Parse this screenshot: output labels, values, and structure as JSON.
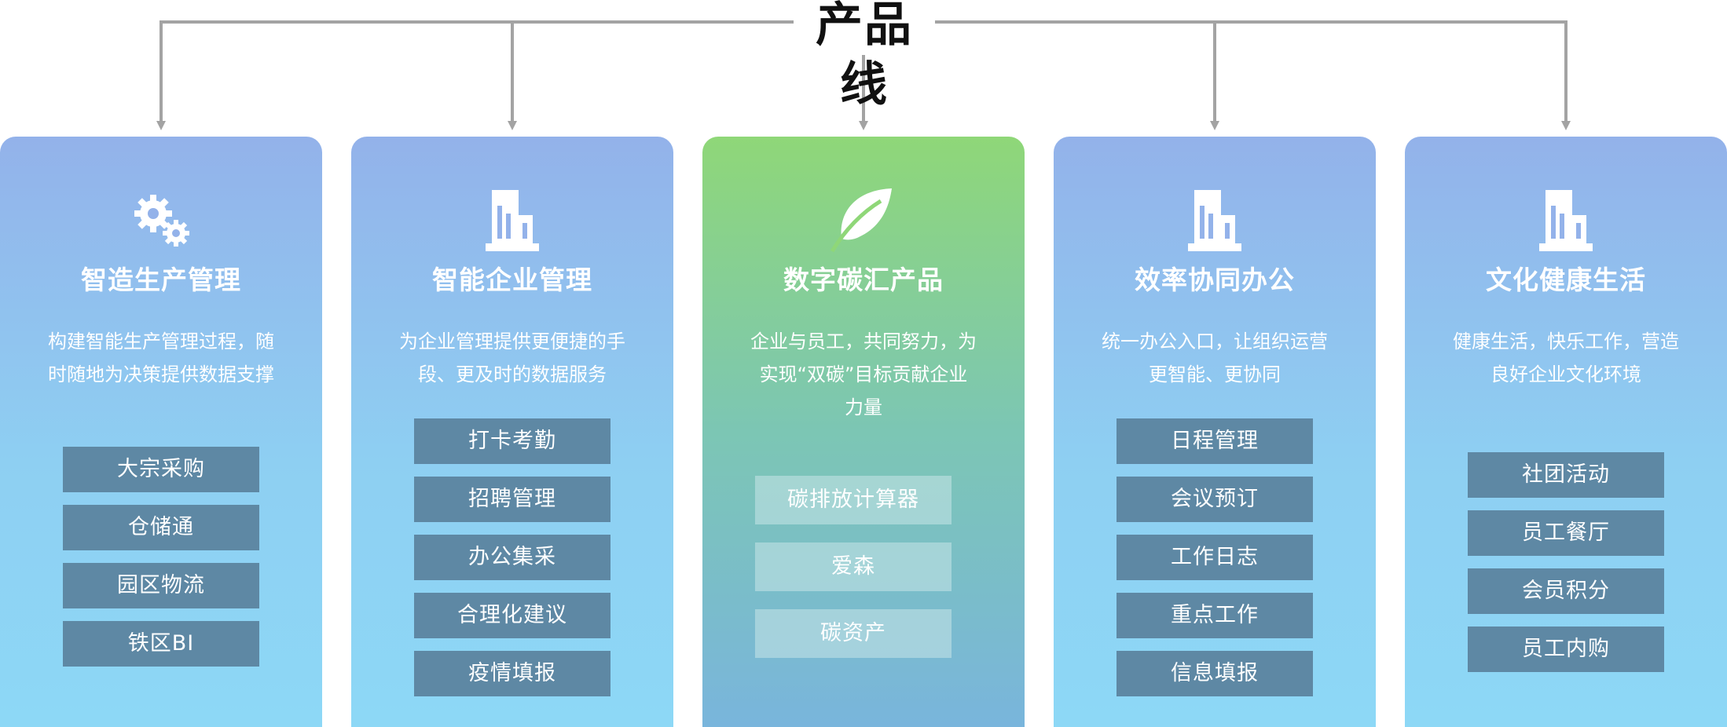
{
  "root": {
    "title": "产品线"
  },
  "colors": {
    "connector": "#a3a3a3",
    "item_bg": "#5e88a4"
  },
  "cards": [
    {
      "icon": "gears-icon",
      "title": "智造生产管理",
      "desc_lines": [
        "构建智能生产管理过程，随",
        "时随地为决策提供数据支撑"
      ],
      "items": [
        "大宗采购",
        "仓储通",
        "园区物流",
        "铁区BI"
      ]
    },
    {
      "icon": "building-icon",
      "title": "智能企业管理",
      "desc_lines": [
        "为企业管理提供更便捷的手",
        "段、更及时的数据服务"
      ],
      "items": [
        "打卡考勤",
        "招聘管理",
        "办公集采",
        "合理化建议",
        "疫情填报"
      ]
    },
    {
      "icon": "leaf-icon",
      "title": "数字碳汇产品",
      "desc_lines": [
        "企业与员工，共同努力，为",
        "实现“双碳”目标贡献企业",
        "力量"
      ],
      "items": [
        "碳排放计算器",
        "爱森",
        "碳资产"
      ]
    },
    {
      "icon": "building-icon",
      "title": "效率协同办公",
      "desc_lines": [
        "统一办公入口，让组织运营",
        "更智能、更协同"
      ],
      "items": [
        "日程管理",
        "会议预订",
        "工作日志",
        "重点工作",
        "信息填报"
      ]
    },
    {
      "icon": "building-icon",
      "title": "文化健康生活",
      "desc_lines": [
        "健康生活，快乐工作，营造",
        "良好企业文化环境"
      ],
      "items": [
        "社团活动",
        "员工餐厅",
        "会员积分",
        "员工内购"
      ]
    }
  ]
}
